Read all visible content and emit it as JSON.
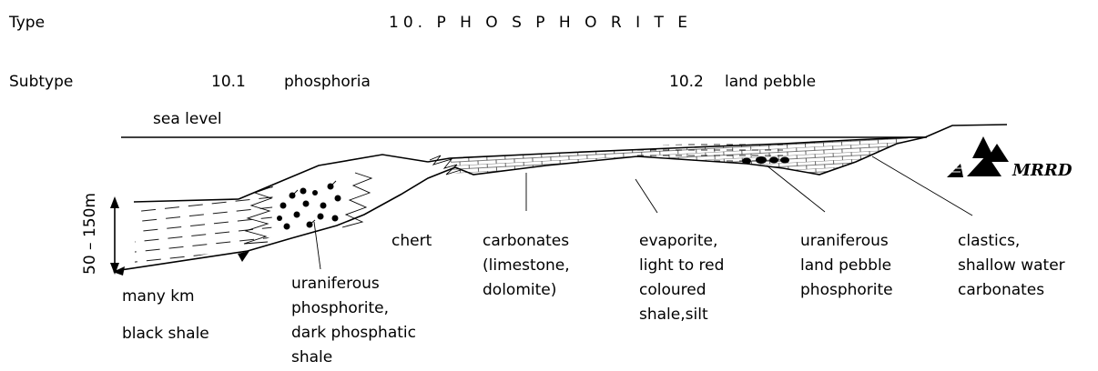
{
  "header": {
    "type_label": "Type",
    "type_title": "10. P H O S P H O R I T E",
    "subtype_label": "Subtype",
    "subtype1_num": "10.1",
    "subtype1_name": "phosphoria",
    "subtype2_num": "10.2",
    "subtype2_name": "land pebble"
  },
  "labels": {
    "sea_level": "sea level",
    "scale_vertical": "50 – 150m",
    "scale_horizontal": "many km",
    "black_shale": "black shale",
    "uraniferous_phosphorite": [
      "uraniferous",
      "phosphorite,",
      "dark phosphatic",
      "shale"
    ],
    "chert": "chert",
    "carbonates": [
      "carbonates",
      "(limestone,",
      "dolomite)"
    ],
    "evaporite": [
      "evaporite,",
      "light to red",
      "coloured",
      "shale,silt"
    ],
    "land_pebble": [
      "uraniferous",
      "land pebble",
      "phosphorite"
    ],
    "clastics": [
      "clastics,",
      "shallow water",
      "carbonates"
    ]
  },
  "logo": {
    "text": "MRRD",
    "icon": "mrrd-triangle-logo-icon"
  }
}
